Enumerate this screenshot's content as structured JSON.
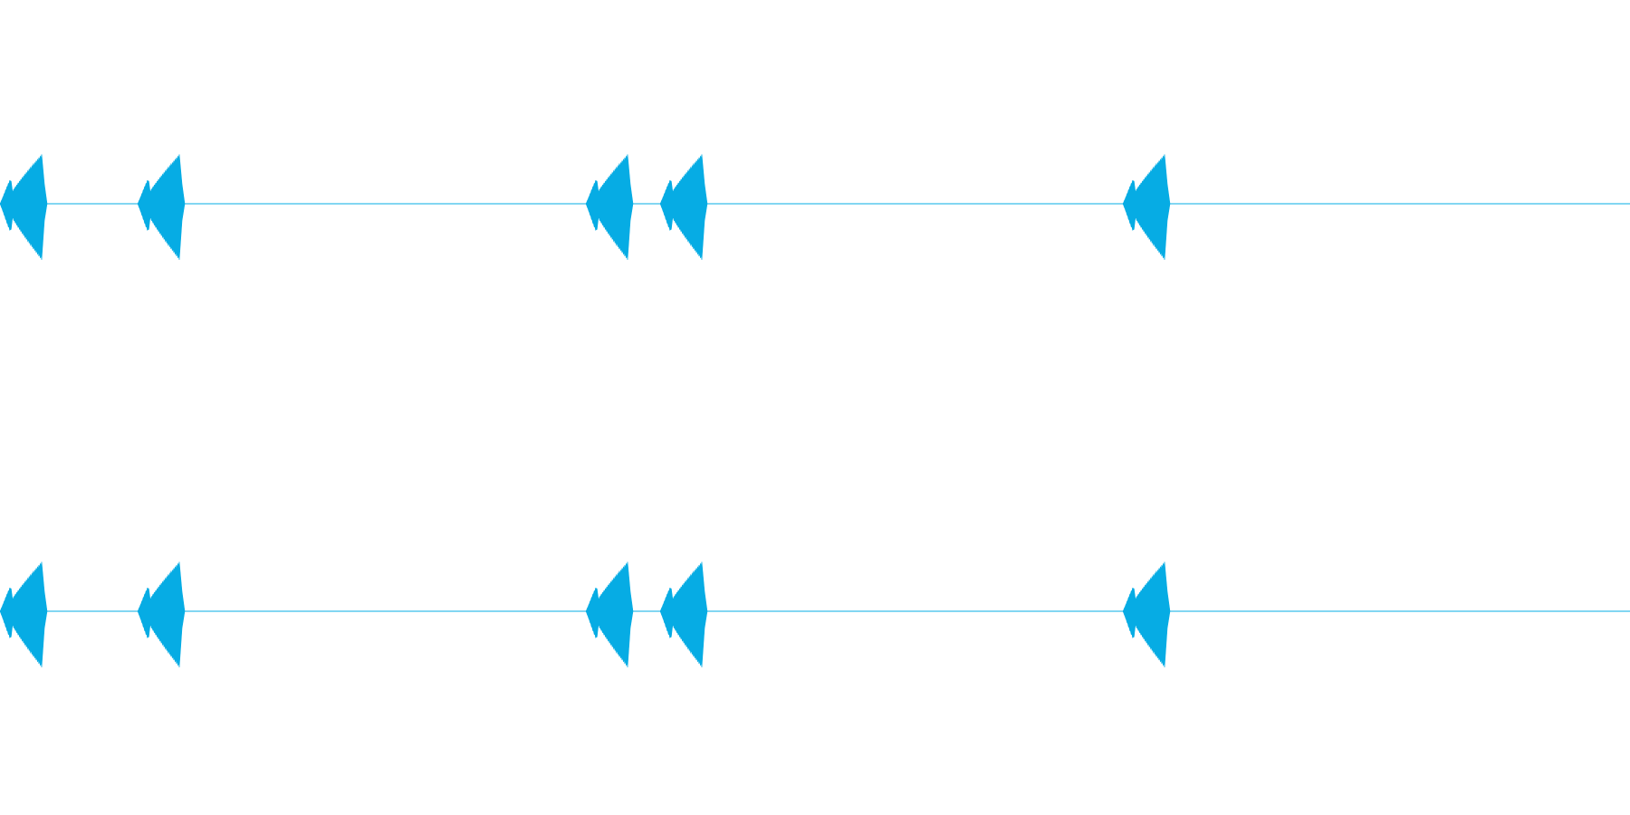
{
  "colors": {
    "waveform": "#06ace4",
    "background": "#ffffff"
  },
  "channels": [
    {
      "id": "left",
      "bursts": [
        {
          "start": 0.0,
          "peak": 0.046,
          "amp": 1.0
        },
        {
          "start": 0.152,
          "peak": 0.198,
          "amp": 1.0
        },
        {
          "start": 0.647,
          "peak": 0.693,
          "amp": 1.0
        },
        {
          "start": 0.729,
          "peak": 0.775,
          "amp": 1.0
        },
        {
          "start": 1.24,
          "peak": 1.286,
          "amp": 1.0
        }
      ]
    },
    {
      "id": "right",
      "bursts": [
        {
          "start": 0.0,
          "peak": 0.046,
          "amp": 1.0
        },
        {
          "start": 0.152,
          "peak": 0.198,
          "amp": 1.0
        },
        {
          "start": 0.647,
          "peak": 0.693,
          "amp": 1.0
        },
        {
          "start": 0.729,
          "peak": 0.775,
          "amp": 1.0
        },
        {
          "start": 1.24,
          "peak": 1.286,
          "amp": 1.0
        }
      ]
    }
  ],
  "duration": 1.8
}
